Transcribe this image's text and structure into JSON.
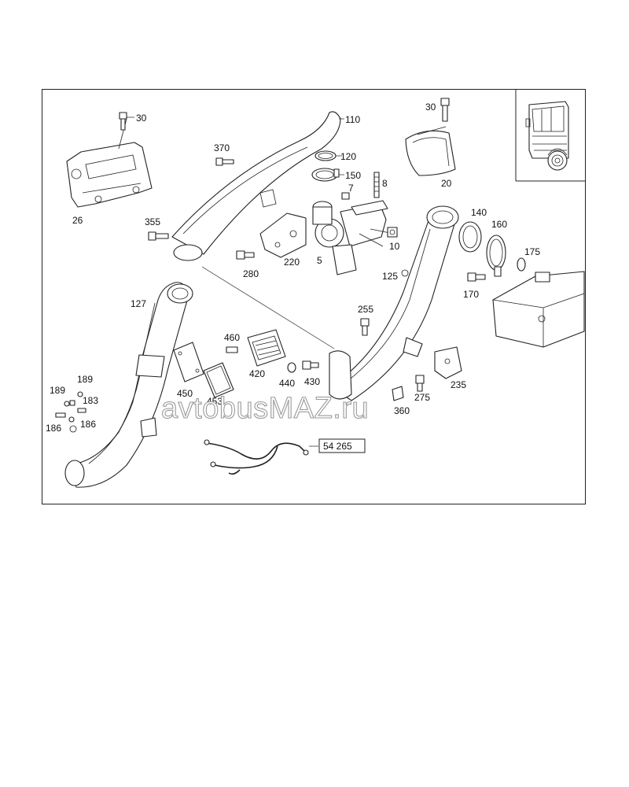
{
  "labels": {
    "p30a": "30",
    "p30b": "30",
    "p110": "110",
    "p370": "370",
    "p120": "120",
    "p150": "150",
    "p7": "7",
    "p8": "8",
    "p20": "20",
    "p26": "26",
    "p355": "355",
    "p220": "220",
    "p280": "280",
    "p5": "5",
    "p10": "10",
    "p140": "140",
    "p160": "160",
    "p175": "175",
    "p170": "170",
    "p125": "125",
    "p127": "127",
    "p255": "255",
    "p460": "460",
    "p420": "420",
    "p440": "440",
    "p430": "430",
    "p450": "450",
    "p453": "453",
    "p275": "275",
    "p235": "235",
    "p360": "360",
    "p189a": "189",
    "p189b": "189",
    "p183": "183",
    "p186a": "186",
    "p186b": "186",
    "ref54265": "54 265"
  },
  "watermark": "avtobusMAZ.ru",
  "colors": {
    "line": "#222222",
    "frame": "#222222",
    "watermark_outline": "#9a9a9a"
  },
  "icons": {
    "truck_thumbnail": "truck-cab-icon"
  }
}
